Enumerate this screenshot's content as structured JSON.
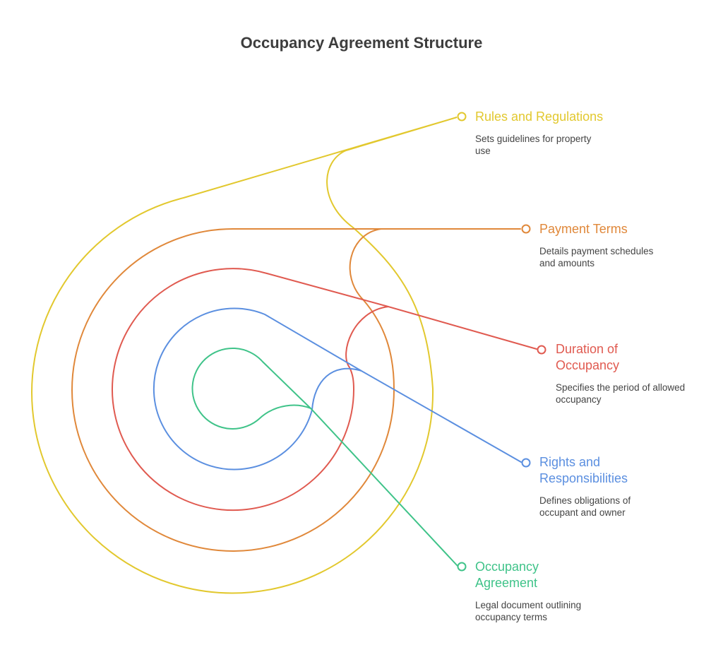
{
  "title": "Occupancy Agreement Structure",
  "items": [
    {
      "title": "Rules and Regulations",
      "description": "Sets guidelines for property use",
      "color": "#e2c82e"
    },
    {
      "title": "Payment Terms",
      "description": "Details payment schedules and amounts",
      "color": "#e0883a"
    },
    {
      "title": "Duration of Occupancy",
      "description": "Specifies the period of allowed occupancy",
      "color": "#e05a50"
    },
    {
      "title": "Rights and Responsibilities",
      "description": "Defines obligations of occupant and owner",
      "color": "#5b8fe0"
    },
    {
      "title": "Occupancy Agreement",
      "description": "Legal document outlining occupancy terms",
      "color": "#3fc389"
    }
  ]
}
